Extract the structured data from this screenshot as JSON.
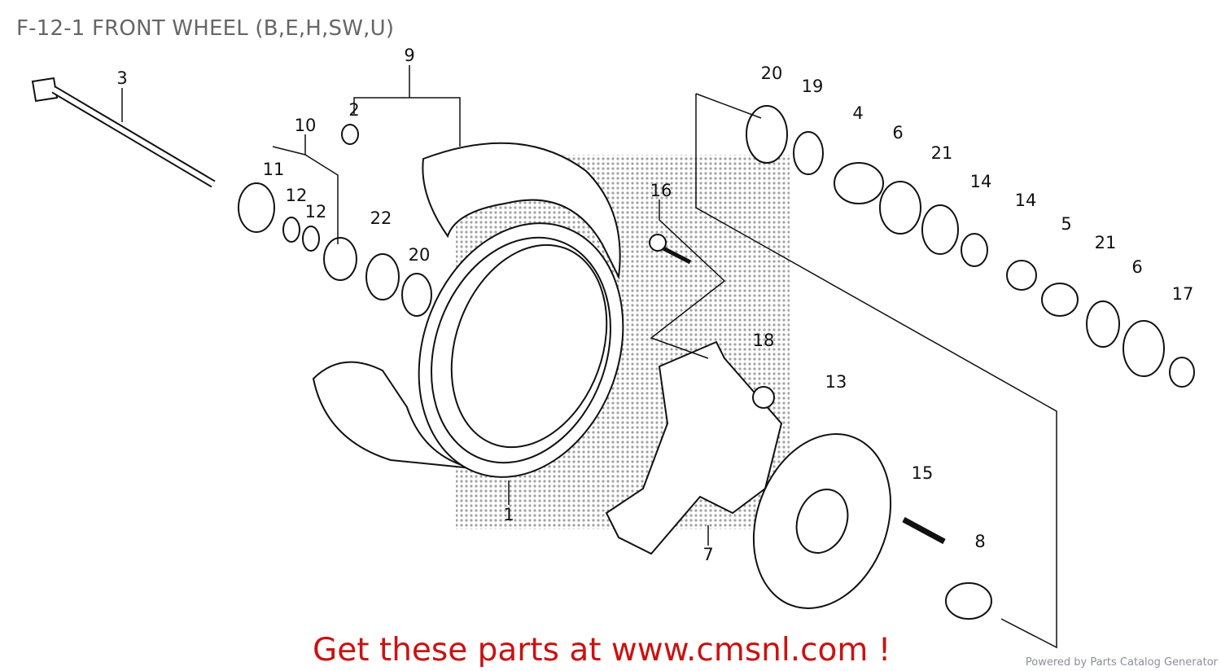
{
  "title": "F-12-1 FRONT WHEEL (B,E,H,SW,U)",
  "callouts": [
    "3",
    "9",
    "2",
    "10",
    "11",
    "12",
    "12",
    "22",
    "20",
    "16",
    "20",
    "19",
    "4",
    "6",
    "21",
    "14",
    "14",
    "5",
    "21",
    "6",
    "17",
    "18",
    "13",
    "15",
    "8",
    "7",
    "1"
  ],
  "promo": "Get these parts at www.cmsnl.com !",
  "powered_by": "Powered by Parts Catalog Generator"
}
